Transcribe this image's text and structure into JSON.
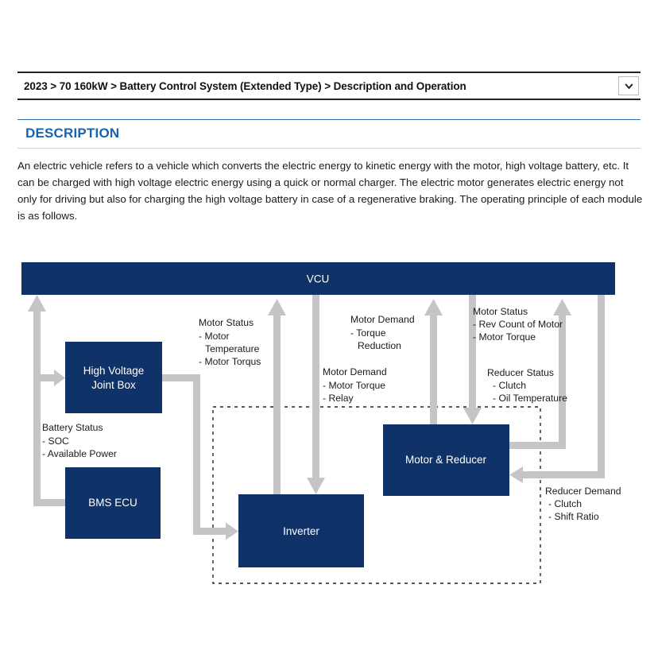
{
  "breadcrumb": {
    "text": "2023 > 70 160kW > Battery Control System (Extended Type) > Description and Operation",
    "dropdown_icon": "chevron-down-icon"
  },
  "section": {
    "heading": "DESCRIPTION",
    "paragraph": "An electric vehicle refers to a vehicle which converts the electric energy to kinetic energy with the motor, high voltage battery, etc. It can be charged with high voltage electric energy using a quick or normal charger. The electric motor generates electric energy not only for driving but also for charging the high voltage battery in case of a regenerative braking. The operating principle of each module is as follows."
  },
  "colors": {
    "block_fill": "#0f3368",
    "arrow_gray": "#c5c5c5",
    "accent_blue": "#1763ad",
    "text": "#1b1b1b"
  },
  "diagram": {
    "blocks": {
      "vcu": "VCU",
      "high_voltage_joint_box_line1": "High Voltage",
      "high_voltage_joint_box_line2": "Joint Box",
      "bms_ecu": "BMS ECU",
      "inverter": "Inverter",
      "motor_reducer": "Motor & Reducer"
    },
    "annotations": {
      "battery_status": {
        "title": "Battery Status",
        "items": [
          "- SOC",
          "- Available Power"
        ]
      },
      "motor_status_left": {
        "title": "Motor Status",
        "items": [
          "- Motor",
          "Temperature",
          "- Motor Torqus"
        ]
      },
      "motor_demand_torque_reduction": {
        "title": "Motor Demand",
        "items": [
          "- Torque",
          "Reduction"
        ]
      },
      "motor_demand_relay": {
        "title": "Motor Demand",
        "items": [
          "- Motor Torque",
          "- Relay"
        ]
      },
      "motor_status_right": {
        "title": "Motor Status",
        "items": [
          "- Rev Count of Motor",
          "- Motor Torque"
        ]
      },
      "reducer_status": {
        "title": "Reducer Status",
        "items": [
          "- Clutch",
          "- Oil Temperature"
        ]
      },
      "reducer_demand": {
        "title": "Reducer Demand",
        "items": [
          "- Clutch",
          "- Shift Ratio"
        ]
      }
    }
  }
}
